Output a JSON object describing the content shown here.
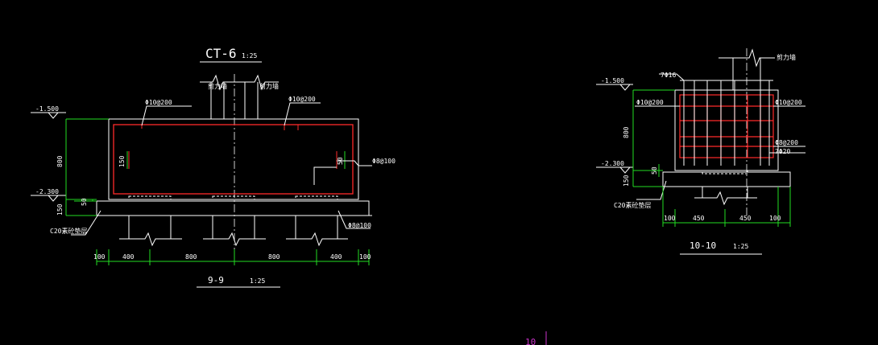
{
  "left": {
    "title": "CT-6",
    "title_scale": "1:25",
    "section_title": "9-9",
    "section_scale": "1:25",
    "elev_top": "-1.500",
    "elev_bot": "-2.300",
    "dim_height": "800",
    "dim_50": "50",
    "dim_150": "150",
    "inner_150": "150",
    "inner_50": "50",
    "wall_left": "剪力墙",
    "wall_right": "剪力墙",
    "rebar_top_left": "Φ10@200",
    "rebar_top_right": "Φ10@200",
    "rebar_side": "Φ8@100",
    "rebar_stirrup": "Φ8@100",
    "cushion": "C20素砼垫层",
    "bottom_dims": [
      "100",
      "400",
      "800",
      "800",
      "400",
      "100"
    ]
  },
  "right": {
    "section_title": "10-10",
    "section_scale": "1:25",
    "elev_top": "-1.500",
    "elev_bot": "-2.300",
    "dim_height": "800",
    "dim_50": "50",
    "dim_150": "150",
    "rebar_top": "7Φ16",
    "rebar_left": "Φ10@200",
    "rebar_right_1": "Φ10@200",
    "rebar_right_2": "Φ8@200",
    "rebar_right_3": "7Φ20",
    "wall": "剪力墙",
    "cushion": "C20素砼垫层",
    "bottom_dims": [
      "100",
      "450",
      "450",
      "100"
    ]
  },
  "page_number": "10"
}
